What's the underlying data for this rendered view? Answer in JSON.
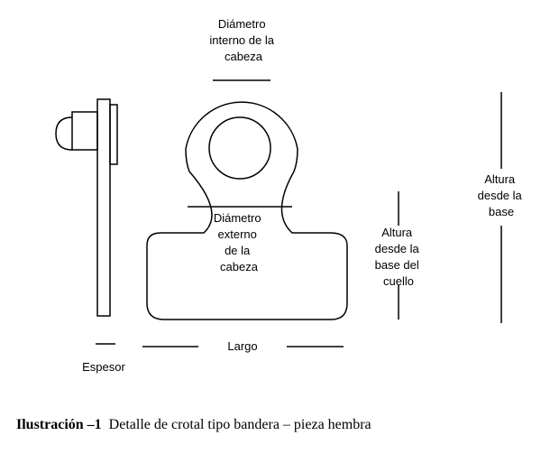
{
  "labels": {
    "head_inner_diameter": [
      "Diámetro",
      "interno de la",
      "cabeza"
    ],
    "head_outer_diameter": [
      "Diámetro",
      "externo",
      "de la",
      "cabeza"
    ],
    "neck_base_height": [
      "Altura",
      "desde la",
      "base del",
      "cuello"
    ],
    "base_height": [
      "Altura",
      "desde la",
      "base"
    ],
    "length": "Largo",
    "thickness": "Espesor"
  },
  "caption": {
    "prefix": "Ilustración –1",
    "text": "Detalle de crotal tipo bandera – pieza hembra"
  }
}
